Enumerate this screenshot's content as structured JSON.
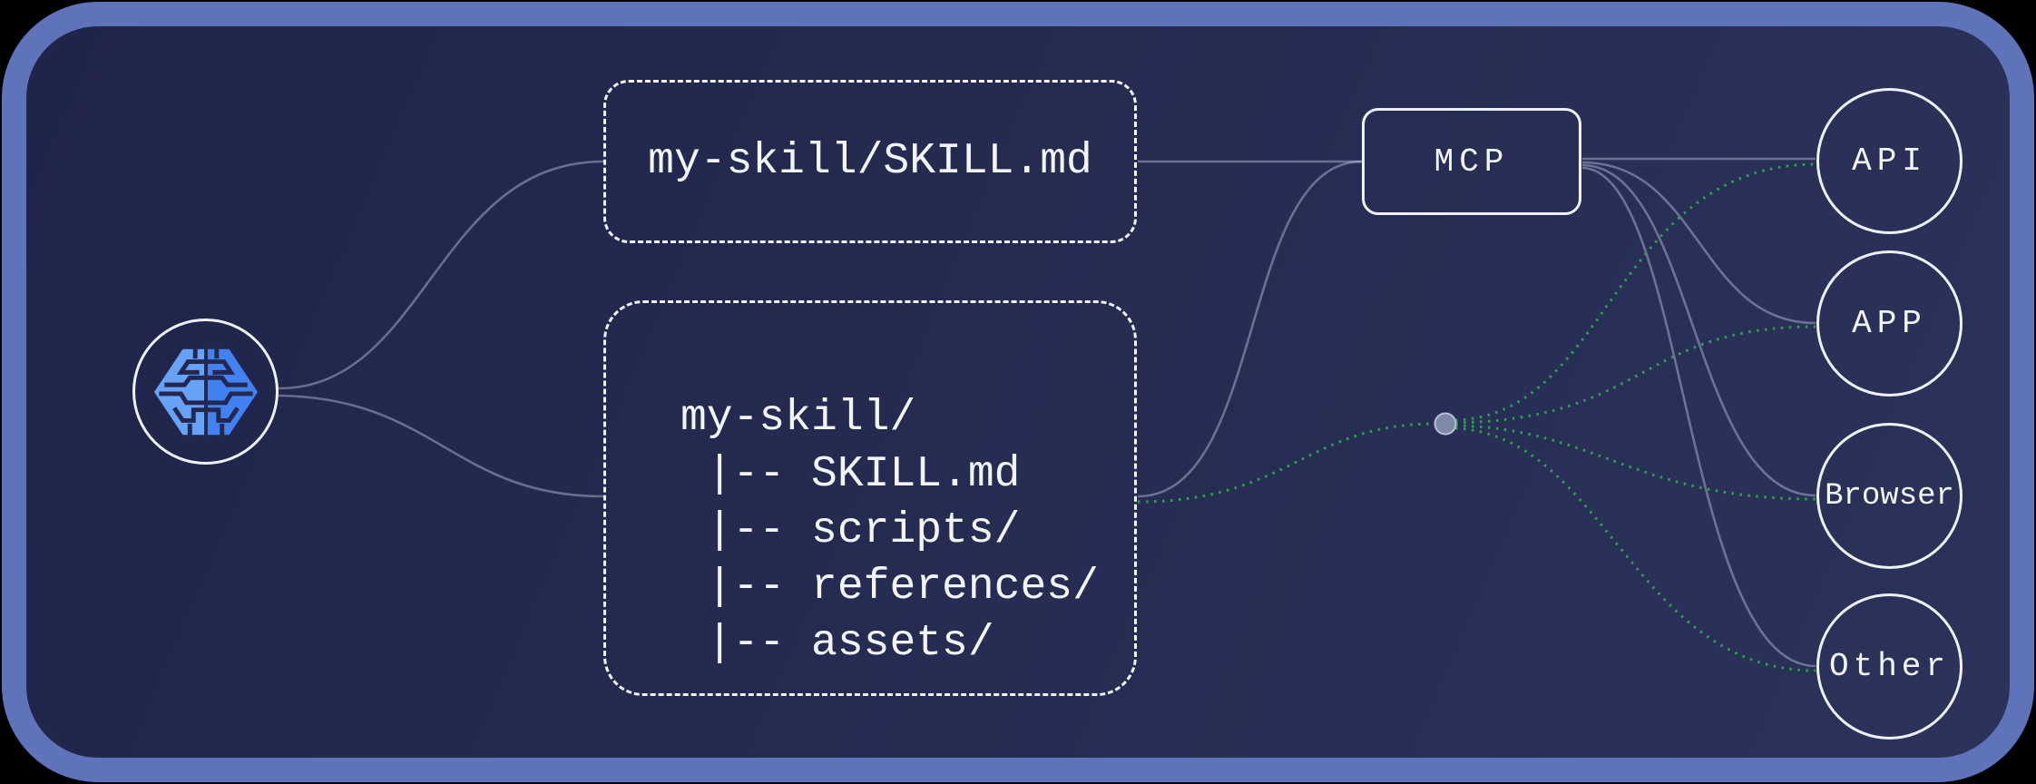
{
  "canvas": {
    "background_start": "#1f2449",
    "background_end": "#2c335b",
    "frame_border_color": "#5e73ba",
    "node_stroke_color": "#eef1f8",
    "text_color": "#f3f5fa",
    "connector_gray": "rgba(200,208,235,0.42)",
    "connector_green": "#2ca24b",
    "junction_fill": "#7e88a8"
  },
  "agent_node": {
    "icon": "brain-icon",
    "icon_color_left": "#68a2f7",
    "icon_color_right": "#4181f1"
  },
  "skill_file_box": {
    "label": "my-skill/SKILL.md"
  },
  "skill_tree_box": {
    "lines": [
      "my-skill/",
      " |-- SKILL.md",
      " |-- scripts/",
      " |-- references/",
      " |-- assets/"
    ]
  },
  "mcp_box": {
    "label": "MCP"
  },
  "junction": {
    "icon": "junction-dot"
  },
  "endpoints": [
    {
      "id": "api",
      "label": "API"
    },
    {
      "id": "app",
      "label": "APP"
    },
    {
      "id": "browser",
      "label": "Browser"
    },
    {
      "id": "other",
      "label": "Other"
    }
  ]
}
